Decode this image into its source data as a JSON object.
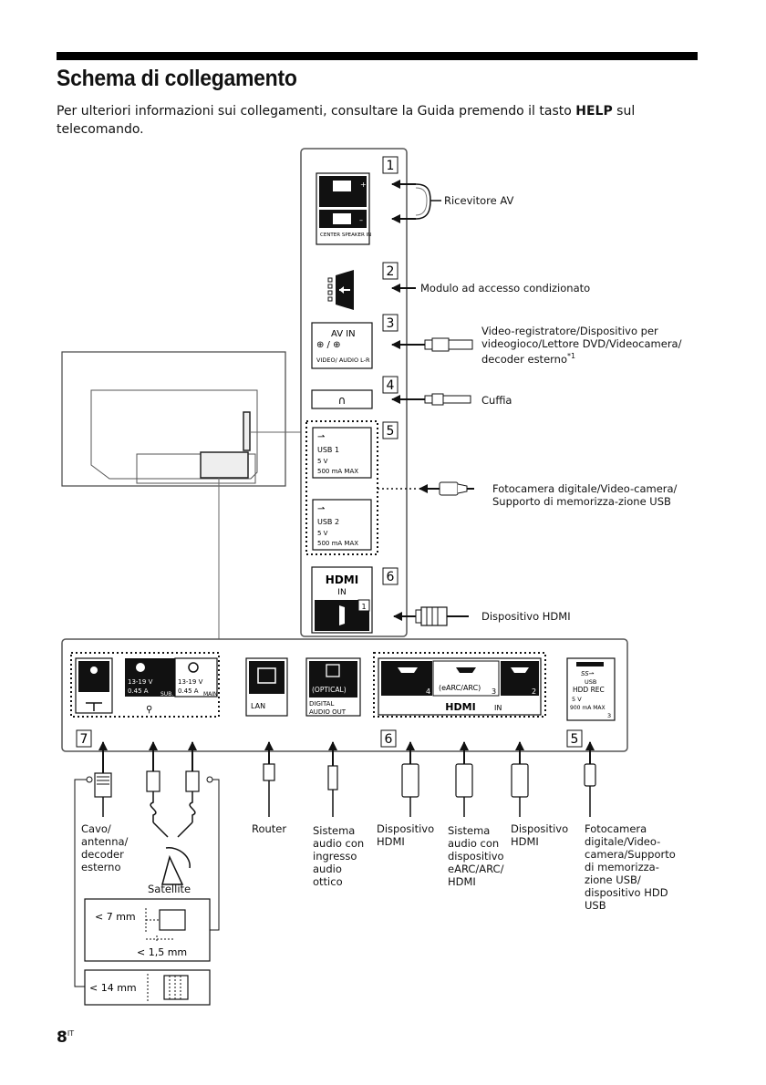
{
  "header": {
    "title": "Schema di collegamento"
  },
  "intro": {
    "text_before": "Per ulteriori informazioni sui collegamenti, consultare la Guida premendo il tasto ",
    "bold": "HELP",
    "text_after": " sul telecomando."
  },
  "side_panel": {
    "sections": [
      {
        "num": "1",
        "port_label": "CENTER SPEAKER IN",
        "device": "Ricevitore AV"
      },
      {
        "num": "2",
        "device": "Modulo ad accesso condizionato"
      },
      {
        "num": "3",
        "port_title": "AV IN",
        "port_sub": "VIDEO/ AUDIO L-R",
        "device": "Video-registratore/Dispositivo per videogioco/Lettore DVD/Videocamera/ decoder esterno",
        "footnote": "*1"
      },
      {
        "num": "4",
        "device": "Cuffia"
      },
      {
        "num": "5",
        "usb1": [
          "USB 1",
          "5 V",
          "500 mA MAX"
        ],
        "usb2": [
          "USB 2",
          "5 V",
          "500 mA MAX"
        ],
        "device": "Fotocamera digitale/Video-camera/ Supporto di memorizza-zione USB"
      },
      {
        "num": "6",
        "port_title": "HDMI",
        "port_sub": "IN",
        "port_no": "1",
        "device": "Dispositivo HDMI"
      }
    ]
  },
  "bottom_panel": {
    "antenna": {
      "num": "7",
      "sat_sub": [
        "13-19 V",
        "0.45 A",
        "SUB."
      ],
      "sat_main": [
        "13-19 V",
        "0.45 A",
        "MAIN"
      ]
    },
    "lan": "LAN",
    "optical": [
      "(OPTICAL)",
      "DIGITAL",
      "AUDIO OUT"
    ],
    "hdmi": {
      "num": "6",
      "ports": [
        "4",
        "(eARC/ARC)",
        "3",
        "2"
      ],
      "label": "HDMI",
      "label_sub": "IN"
    },
    "usb3": {
      "num": "5",
      "lines": [
        "USB",
        "HDD REC",
        "5 V",
        "900 mA MAX",
        "3"
      ]
    }
  },
  "bottom_devices": {
    "cable": "Cavo/ antenna/ decoder esterno",
    "satellite": "Satellite",
    "router": "Router",
    "optical_system": "Sistema audio con ingresso audio ottico",
    "hdmi_device_a": "Dispositivo HDMI",
    "earc_system": "Sistema audio con dispositivo eARC/ARC/ HDMI",
    "hdmi_device_b": "Dispositivo HDMI",
    "usb_device": "Fotocamera digitale/Video-camera/Supporto di memorizza-zione USB/ dispositivo HDD USB"
  },
  "dimensions": {
    "small": "< 7 mm",
    "pin": "< 1,5 mm",
    "large": "< 14 mm"
  },
  "footer": {
    "page": "8",
    "lang": "IT"
  }
}
